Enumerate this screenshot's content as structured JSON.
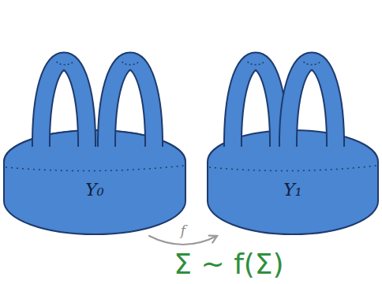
{
  "diagram": {
    "nodes": [
      {
        "text": [
          "Y₀"
        ]
      },
      {
        "text": [
          "Y₁"
        ]
      }
    ],
    "edges": [
      {
        "from": 0,
        "to": 1,
        "arrow": "to",
        "label": "f"
      }
    ],
    "labels": [
      "Σ ∼ f(Σ)"
    ]
  }
}
